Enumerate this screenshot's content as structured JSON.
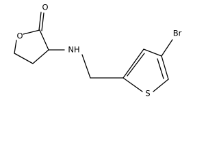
{
  "molecule": {
    "atoms": {
      "o_carbonyl": "O",
      "o_ring": "O",
      "nh": "NH",
      "s": "S",
      "br": "Br"
    }
  }
}
